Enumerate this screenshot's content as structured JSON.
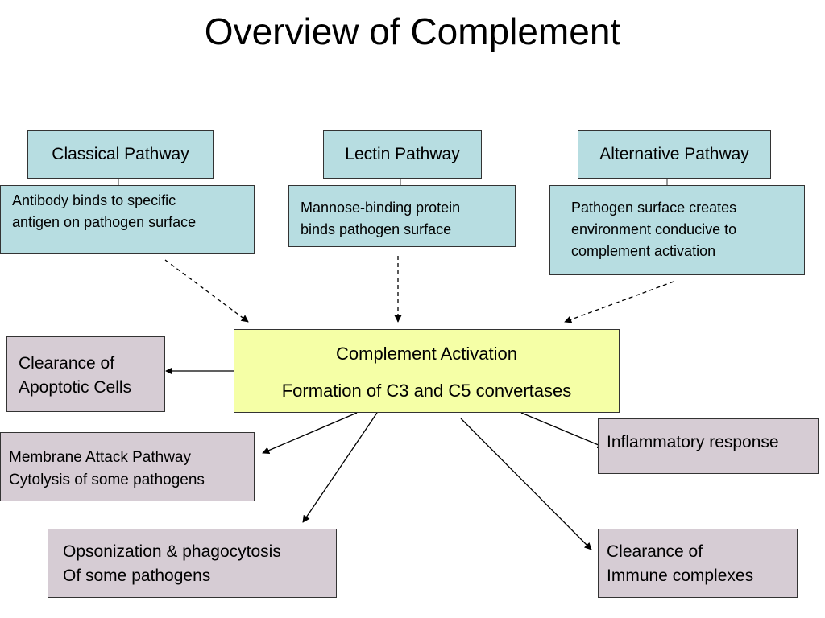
{
  "title": "Overview of Complement",
  "pathways": [
    {
      "name": "Classical Pathway",
      "description_lines": [
        "Antibody binds to specific",
        "antigen on pathogen surface"
      ]
    },
    {
      "name": "Lectin Pathway",
      "description_lines": [
        "Mannose-binding protein",
        "binds pathogen surface"
      ]
    },
    {
      "name": "Alternative Pathway",
      "description_lines": [
        "Pathogen surface creates",
        "environment conducive to",
        "complement activation"
      ]
    }
  ],
  "activation": {
    "line1": "Complement Activation",
    "line2": "Formation of C3 and C5 convertases"
  },
  "outcomes": {
    "apoptotic": [
      "Clearance of",
      "Apoptotic Cells"
    ],
    "membrane_attack": [
      "Membrane Attack Pathway",
      "Cytolysis of some pathogens"
    ],
    "opsonization": [
      "Opsonization & phagocytosis",
      "Of some pathogens"
    ],
    "inflammatory": [
      "Inflammatory response"
    ],
    "immune_complexes": [
      "Clearance of",
      "Immune complexes"
    ]
  },
  "colors": {
    "pathway_fill": "#b7dde1",
    "activation_fill": "#f5ffa6",
    "outcome_fill": "#d6ccd4"
  }
}
